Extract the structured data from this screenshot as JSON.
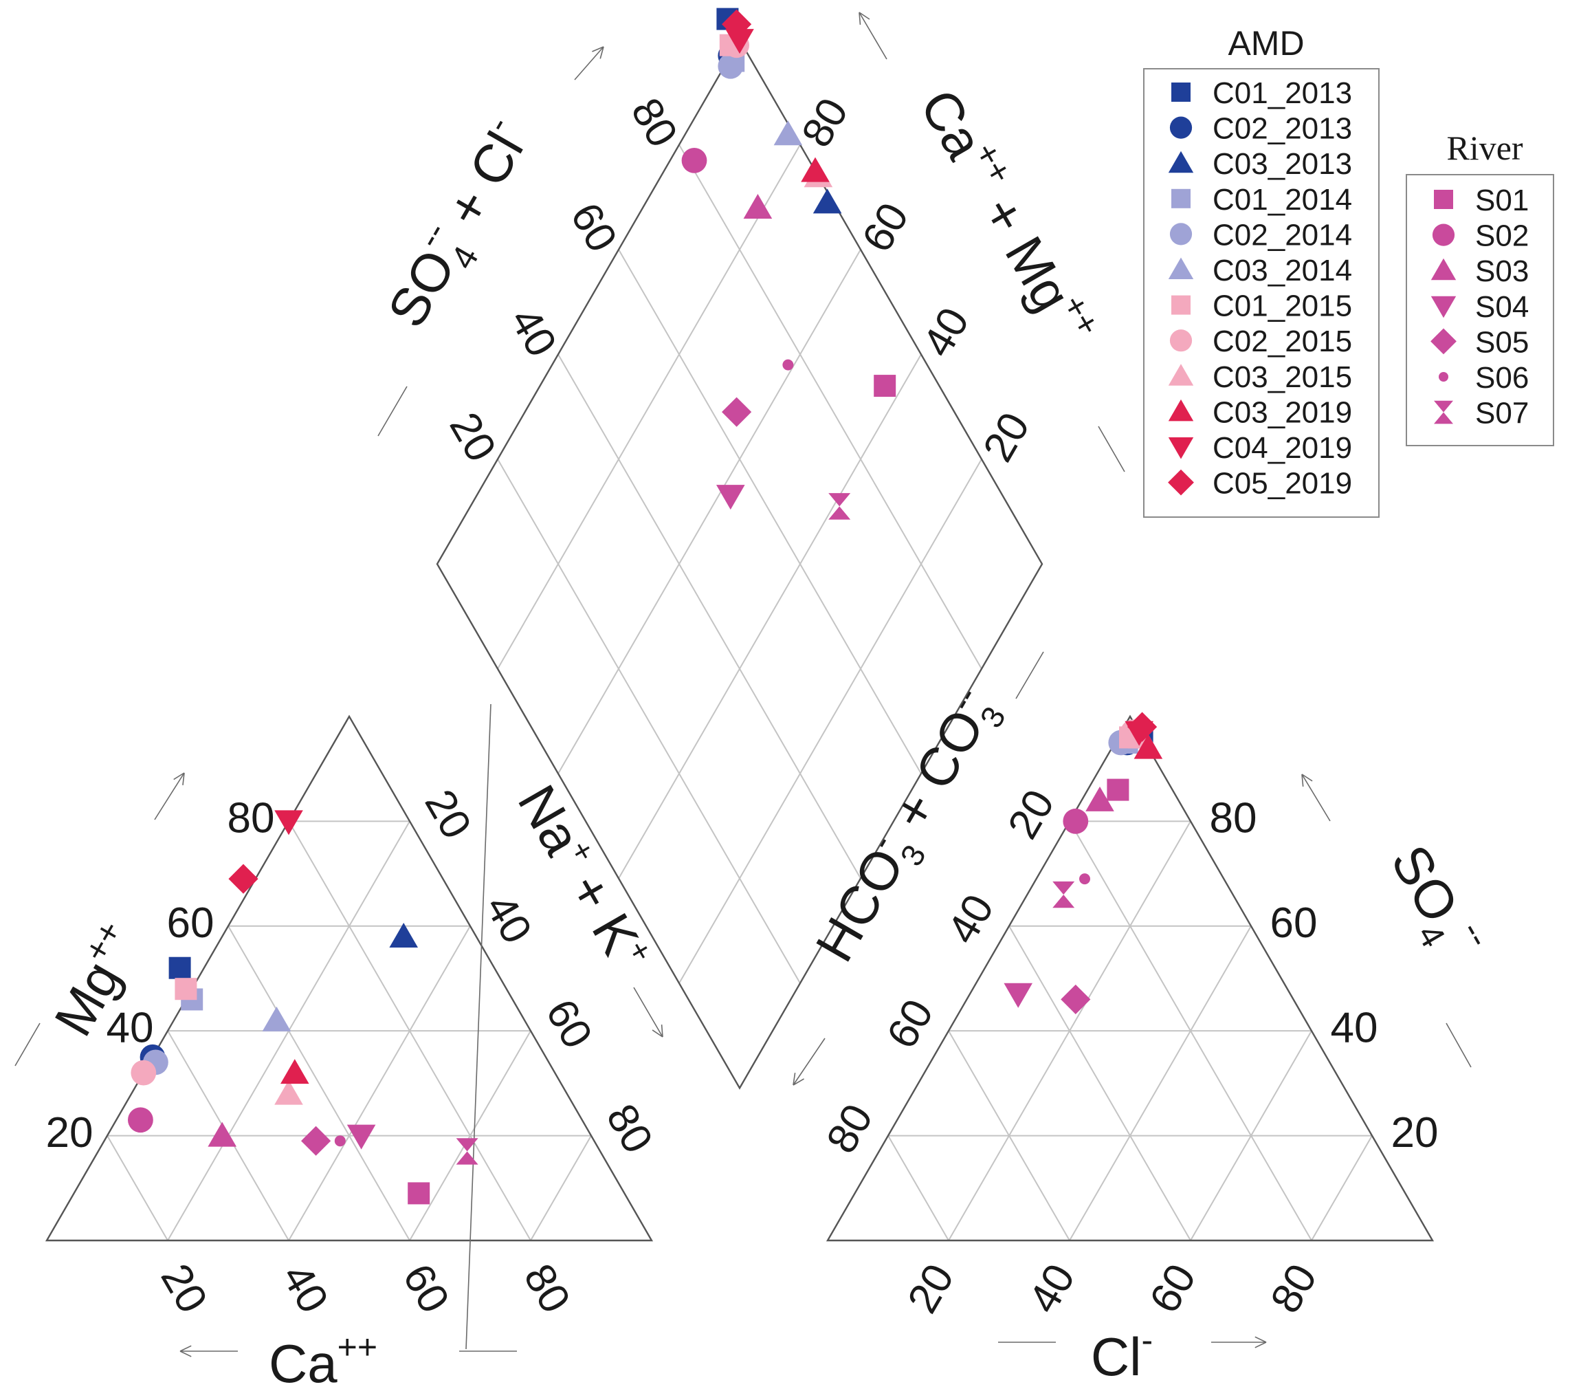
{
  "chart_data": {
    "type": "scatter",
    "subtype": "piper-diagram",
    "grid_step_percent": 20,
    "ticks": [
      "20",
      "40",
      "60",
      "80"
    ],
    "panels": {
      "cation_triangle": {
        "axis_labels": [
          "Mg++",
          "Ca++",
          "Na+ + K+"
        ]
      },
      "anion_triangle": {
        "axis_labels": [
          "SO4--",
          "Cl-",
          "HCO3- + CO3--"
        ]
      },
      "diamond": {
        "axis_labels": [
          "SO4-- + Cl-",
          "Ca++ + Mg++"
        ]
      }
    },
    "legends": [
      {
        "title": "AMD",
        "entries": [
          {
            "label": "C01_2013",
            "marker": "square",
            "color": "#1f3f99"
          },
          {
            "label": "C02_2013",
            "marker": "circle",
            "color": "#1f3f99"
          },
          {
            "label": "C03_2013",
            "marker": "triangle-up",
            "color": "#1f3f99"
          },
          {
            "label": "C01_2014",
            "marker": "square",
            "color": "#9fa3d6"
          },
          {
            "label": "C02_2014",
            "marker": "circle",
            "color": "#9fa3d6"
          },
          {
            "label": "C03_2014",
            "marker": "triangle-up",
            "color": "#9fa3d6"
          },
          {
            "label": "C01_2015",
            "marker": "square",
            "color": "#f4a9be"
          },
          {
            "label": "C02_2015",
            "marker": "circle",
            "color": "#f4a9be"
          },
          {
            "label": "C03_2015",
            "marker": "triangle-up",
            "color": "#f4a9be"
          },
          {
            "label": "C03_2019",
            "marker": "triangle-up",
            "color": "#e0204f"
          },
          {
            "label": "C04_2019",
            "marker": "triangle-down",
            "color": "#e0204f"
          },
          {
            "label": "C05_2019",
            "marker": "diamond",
            "color": "#e0204f"
          }
        ]
      },
      {
        "title": "River",
        "entries": [
          {
            "label": "S01",
            "marker": "square",
            "color": "#c94a9c"
          },
          {
            "label": "S02",
            "marker": "circle",
            "color": "#c94a9c"
          },
          {
            "label": "S03",
            "marker": "triangle-up",
            "color": "#c94a9c"
          },
          {
            "label": "S04",
            "marker": "triangle-down",
            "color": "#c94a9c"
          },
          {
            "label": "S05",
            "marker": "diamond",
            "color": "#c94a9c"
          },
          {
            "label": "S06",
            "marker": "small-circle",
            "color": "#c94a9c"
          },
          {
            "label": "S07",
            "marker": "hourglass",
            "color": "#c94a9c"
          }
        ]
      }
    ],
    "samples": [
      {
        "label": "C01_2013",
        "cation": {
          "Ca": 52,
          "Mg": 52,
          "NaK": -4
        },
        "anion": {
          "Cl": 4,
          "SO4": 96,
          "HCO3": 0
        }
      },
      {
        "label": "C02_2013",
        "cation": {
          "Ca": 65,
          "Mg": 35,
          "NaK": 0
        },
        "anion": {
          "Cl": 2,
          "SO4": 95,
          "HCO3": 3
        }
      },
      {
        "label": "C03_2013",
        "cation": {
          "Ca": 12,
          "Mg": 58,
          "NaK": 30
        },
        "anion": {
          "Cl": 3,
          "SO4": 96,
          "HCO3": 1
        }
      },
      {
        "label": "C01_2014",
        "cation": {
          "Ca": 53,
          "Mg": 46,
          "NaK": 1
        },
        "anion": {
          "Cl": 2,
          "SO4": 95,
          "HCO3": 3
        }
      },
      {
        "label": "C02_2014",
        "cation": {
          "Ca": 65,
          "Mg": 34,
          "NaK": 1
        },
        "anion": {
          "Cl": 1,
          "SO4": 95,
          "HCO3": 4
        }
      },
      {
        "label": "C03_2014",
        "cation": {
          "Ca": 41,
          "Mg": 42,
          "NaK": 17
        },
        "anion": {
          "Cl": 3,
          "SO4": 96,
          "HCO3": 1
        }
      },
      {
        "label": "C01_2015",
        "cation": {
          "Ca": 53,
          "Mg": 48,
          "NaK": -1
        },
        "anion": {
          "Cl": 2,
          "SO4": 96,
          "HCO3": 2
        }
      },
      {
        "label": "C02_2015",
        "cation": {
          "Ca": 68,
          "Mg": 32,
          "NaK": 0
        },
        "anion": {
          "Cl": 2,
          "SO4": 97,
          "HCO3": 1
        }
      },
      {
        "label": "C03_2015",
        "cation": {
          "Ca": 46,
          "Mg": 28,
          "NaK": 26
        },
        "anion": {
          "Cl": 4,
          "SO4": 96,
          "HCO3": 0
        }
      },
      {
        "label": "C03_2019",
        "cation": {
          "Ca": 43,
          "Mg": 32,
          "NaK": 25
        },
        "anion": {
          "Cl": 6,
          "SO4": 94,
          "HCO3": 0
        }
      },
      {
        "label": "C04_2019",
        "cation": {
          "Ca": 20,
          "Mg": 80,
          "NaK": 0
        },
        "anion": {
          "Cl": 3,
          "SO4": 97,
          "HCO3": 0
        }
      },
      {
        "label": "C05_2019",
        "cation": {
          "Ca": 33,
          "Mg": 69,
          "NaK": -2
        },
        "anion": {
          "Cl": 3,
          "SO4": 98,
          "HCO3": -1
        }
      },
      {
        "label": "S01",
        "cation": {
          "Ca": 34,
          "Mg": 9,
          "NaK": 57
        },
        "anion": {
          "Cl": 5,
          "SO4": 86,
          "HCO3": 9
        }
      },
      {
        "label": "S02",
        "cation": {
          "Ca": 73,
          "Mg": 23,
          "NaK": 4
        },
        "anion": {
          "Cl": 1,
          "SO4": 80,
          "HCO3": 19
        }
      },
      {
        "label": "S03",
        "cation": {
          "Ca": 61,
          "Mg": 20,
          "NaK": 19
        },
        "anion": {
          "Cl": 3,
          "SO4": 84,
          "HCO3": 13
        }
      },
      {
        "label": "S04",
        "cation": {
          "Ca": 38,
          "Mg": 20,
          "NaK": 42
        },
        "anion": {
          "Cl": 8,
          "SO4": 47,
          "HCO3": 45
        }
      },
      {
        "label": "S05",
        "cation": {
          "Ca": 46,
          "Mg": 19,
          "NaK": 35
        },
        "anion": {
          "Cl": 18,
          "SO4": 46,
          "HCO3": 36
        }
      },
      {
        "label": "S06",
        "cation": {
          "Ca": 42,
          "Mg": 19,
          "NaK": 39
        },
        "anion": {
          "Cl": 8,
          "SO4": 69,
          "HCO3": 23
        }
      },
      {
        "label": "S07",
        "cation": {
          "Ca": 22,
          "Mg": 17,
          "NaK": 61
        },
        "anion": {
          "Cl": 6,
          "SO4": 66,
          "HCO3": 28
        }
      }
    ]
  }
}
